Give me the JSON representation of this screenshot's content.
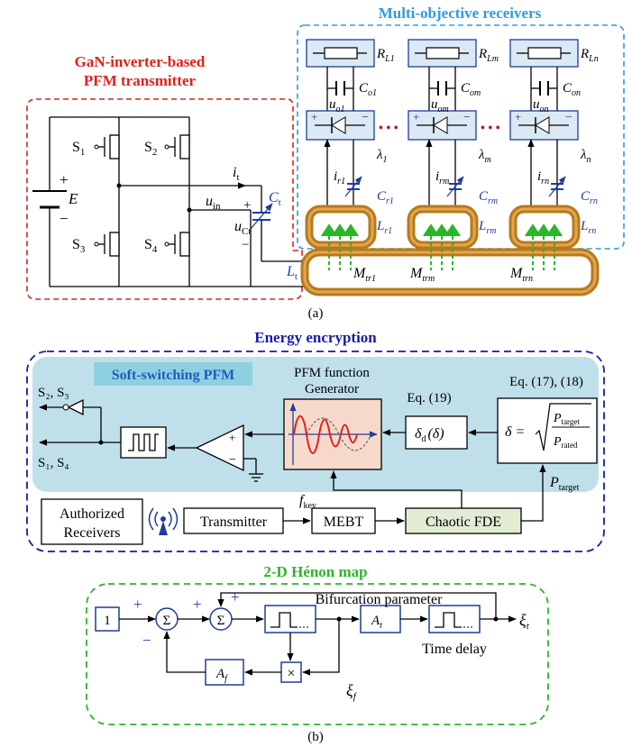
{
  "colors": {
    "red": "#e0201b",
    "blue_dash": "#2d9be0",
    "navy": "#1a1aa8",
    "green": "#2bb52b",
    "panel": "#bfe0ea",
    "coil": "#b8791f"
  },
  "top": {
    "transmitter_title_1": "GaN-inverter-based",
    "transmitter_title_2": "PFM transmitter",
    "receivers_title": "Multi-objective receivers",
    "source_label": "E",
    "plus": "+",
    "minus": "−",
    "switches": [
      "S",
      "S",
      "S",
      "S"
    ],
    "switch_subs": [
      "1",
      "2",
      "3",
      "4"
    ],
    "i_t": "i",
    "i_t_sub": "t",
    "u_in": "u",
    "u_in_sub": "in",
    "u_ct": "u",
    "u_ct_sub": "Ct",
    "c_t": "C",
    "c_t_sub": "t",
    "l_t": "L",
    "l_t_sub": "t",
    "dots": "• • •",
    "receivers": [
      {
        "RL": "R",
        "RL_sub": "L1",
        "Co": "C",
        "Co_sub": "o1",
        "uo": "u",
        "uo_sub": "o1",
        "lambda": "λ",
        "lambda_sub": "1",
        "ir": "i",
        "ir_sub": "r1",
        "Cr": "C",
        "Cr_sub": "r1",
        "Lr": "L",
        "Lr_sub": "r1",
        "M": "M",
        "M_sub": "tr1"
      },
      {
        "RL": "R",
        "RL_sub": "Lm",
        "Co": "C",
        "Co_sub": "om",
        "uo": "u",
        "uo_sub": "om",
        "lambda": "λ",
        "lambda_sub": "m",
        "ir": "i",
        "ir_sub": "rm",
        "Cr": "C",
        "Cr_sub": "rm",
        "Lr": "L",
        "Lr_sub": "rm",
        "M": "M",
        "M_sub": "trm"
      },
      {
        "RL": "R",
        "RL_sub": "Ln",
        "Co": "C",
        "Co_sub": "on",
        "uo": "u",
        "uo_sub": "on",
        "lambda": "λ",
        "lambda_sub": "n",
        "ir": "i",
        "ir_sub": "rn",
        "Cr": "C",
        "Cr_sub": "rn",
        "Lr": "L",
        "Lr_sub": "rn",
        "M": "M",
        "M_sub": "trn"
      }
    ],
    "caption": "(a)"
  },
  "middle": {
    "title": "Energy encryption",
    "soft_switching": "Soft-switching PFM",
    "pfm_gen_1": "PFM function",
    "pfm_gen_2": "Generator",
    "s23": "S₂, S₃",
    "s14": "S₁, S₄",
    "eq19": "Eq. (19)",
    "eq1718": "Eq. (17), (18)",
    "delta_d": "δ",
    "delta_d_sub": "d",
    "delta_d_arg": "(δ)",
    "delta": "δ =",
    "p_target": "P",
    "p_target_sub": "target",
    "p_rated": "P",
    "p_rated_sub": "rated",
    "f_key": "f",
    "f_key_sub": "key",
    "p_target_out": "P",
    "p_target_out_sub": "target",
    "authorized_1": "Authorized",
    "authorized_2": "Receivers",
    "transmitter": "Transmitter",
    "mebt": "MEBT",
    "chaotic_fde": "Chaotic FDE",
    "op_plus": "+",
    "op_minus": "−"
  },
  "bottom": {
    "title": "2-D Hénon map",
    "one": "1",
    "plus": "+",
    "minus": "−",
    "sigma": "Σ",
    "bifurcation": "Bifurcation parameter",
    "a_t": "A",
    "a_t_sub": "t",
    "a_f": "A",
    "a_f_sub": "f",
    "time_delay": "Time delay",
    "xi_t": "ξ",
    "xi_t_sub": "t",
    "xi_f": "ξ",
    "xi_f_sub": "f",
    "caption": "(b)"
  }
}
